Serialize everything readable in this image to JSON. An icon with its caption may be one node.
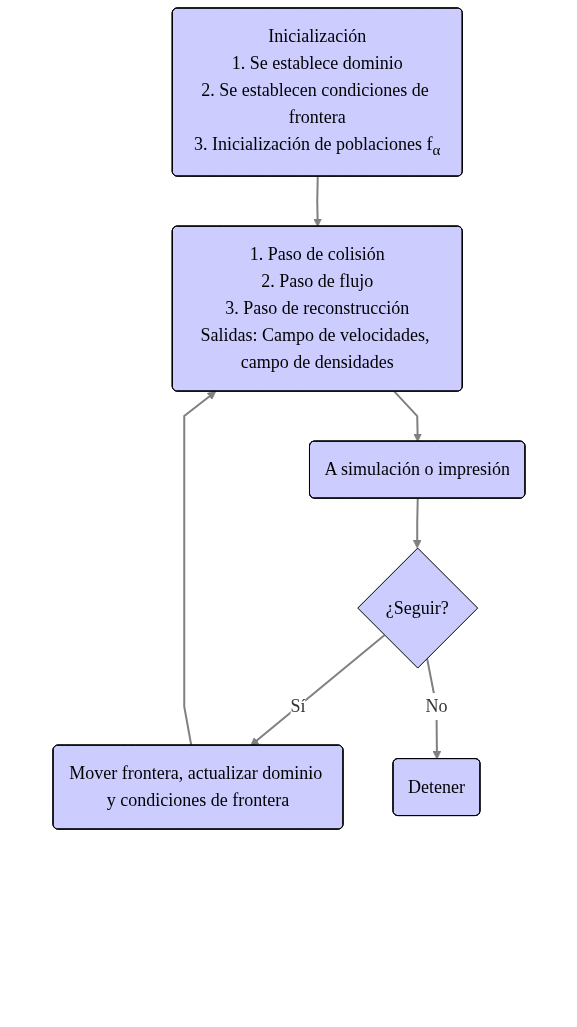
{
  "diagram": {
    "nodes": [
      {
        "text": [
          "Inicialización",
          "1. Se establece dominio",
          "2. Se establecen condiciones de frontera",
          "3. Inicialización de poblaciones f$_{α}$"
        ]
      },
      {
        "text": [
          "1. Paso de colisión",
          "2. Paso de flujo",
          "3. Paso de reconstrucción",
          "Salidas: Campo de velocidades, campo de densidades"
        ]
      },
      {
        "text": [
          "A simulación o impresión"
        ]
      },
      {
        "text": [
          "¿Seguir?"
        ]
      },
      {
        "text": [
          "Mover frontera, actualizar dominio y condiciones de frontera"
        ]
      },
      {
        "text": [
          "Detener"
        ]
      }
    ],
    "edges": [
      {
        "from": 0,
        "to": 1,
        "arrow": "to"
      },
      {
        "from": 1,
        "to": 2,
        "arrow": "to"
      },
      {
        "from": 2,
        "to": 3,
        "arrow": "to"
      },
      {
        "from": 3,
        "to": 4,
        "arrow": "to",
        "label": "Sí"
      },
      {
        "from": 4,
        "to": 1,
        "arrow": "to"
      },
      {
        "from": 3,
        "to": 5,
        "arrow": "to",
        "label": "No"
      }
    ]
  }
}
